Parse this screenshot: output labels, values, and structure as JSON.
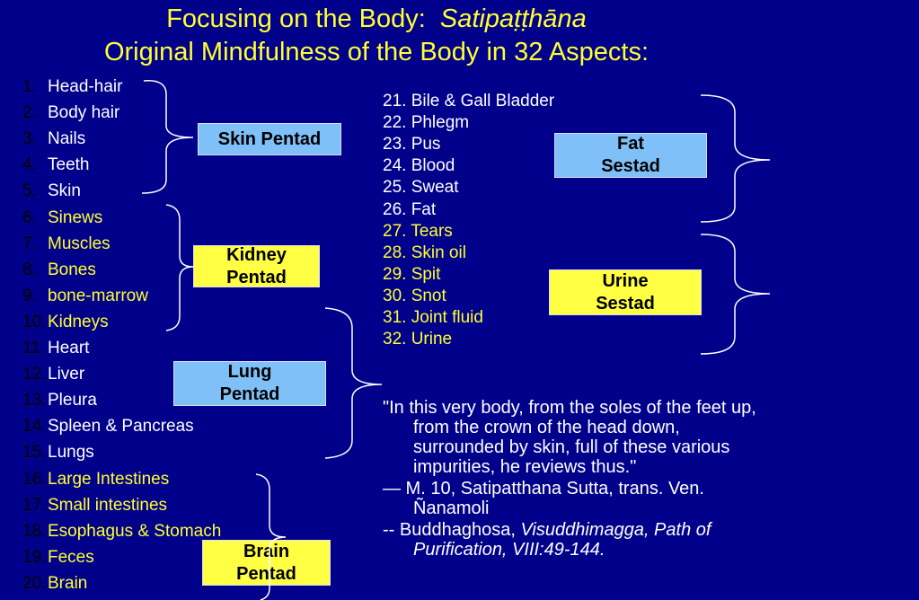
{
  "title": {
    "line1_prefix": "Focusing on the Body:  ",
    "line1_italic": "Satipaṭṭhāna",
    "line2": "Original Mindfulness of the Body in 32 Aspects:"
  },
  "left_list": [
    {
      "num": "1.",
      "label": "Head-hair",
      "color": "white"
    },
    {
      "num": "2.",
      "label": "Body hair",
      "color": "white"
    },
    {
      "num": "3.",
      "label": "Nails",
      "color": "white"
    },
    {
      "num": "4.",
      "label": "Teeth",
      "color": "white"
    },
    {
      "num": "5.",
      "label": "Skin",
      "color": "white"
    },
    {
      "num": "6.",
      "label": "Sinews",
      "color": "yellow"
    },
    {
      "num": "7.",
      "label": "Muscles",
      "color": "yellow"
    },
    {
      "num": "8.",
      "label": "Bones",
      "color": "yellow"
    },
    {
      "num": "9.",
      "label": "bone-marrow",
      "color": "yellow"
    },
    {
      "num": "10.",
      "label": "Kidneys",
      "color": "yellow"
    },
    {
      "num": "11.",
      "label": "Heart",
      "color": "white"
    },
    {
      "num": "12.",
      "label": "Liver",
      "color": "white"
    },
    {
      "num": "13.",
      "label": "Pleura",
      "color": "white"
    },
    {
      "num": "14.",
      "label": "Spleen & Pancreas",
      "color": "white"
    },
    {
      "num": "15.",
      "label": "Lungs",
      "color": "white"
    },
    {
      "num": "16.",
      "label": "Large Intestines",
      "color": "yellow"
    },
    {
      "num": "17.",
      "label": "Small intestines",
      "color": "yellow"
    },
    {
      "num": "18.",
      "label": "Esophagus & Stomach",
      "color": "yellow"
    },
    {
      "num": "19.",
      "label": "Feces",
      "color": "yellow"
    },
    {
      "num": "20.",
      "label": "Brain",
      "color": "yellow"
    }
  ],
  "right_list": [
    {
      "label": "21. Bile & Gall Bladder",
      "color": "white"
    },
    {
      "label": "22. Phlegm",
      "color": "white"
    },
    {
      "label": "23. Pus",
      "color": "white"
    },
    {
      "label": "24. Blood",
      "color": "white"
    },
    {
      "label": "25. Sweat",
      "color": "white"
    },
    {
      "label": "26. Fat",
      "color": "white"
    },
    {
      "label": "27. Tears",
      "color": "yellow"
    },
    {
      "label": "28. Skin oil",
      "color": "yellow"
    },
    {
      "label": "29. Spit",
      "color": "yellow"
    },
    {
      "label": "30. Snot",
      "color": "yellow"
    },
    {
      "label": "31. Joint fluid",
      "color": "yellow"
    },
    {
      "label": "32. Urine",
      "color": "yellow"
    }
  ],
  "groups": {
    "skin": "Skin Pentad",
    "kidney": [
      "Kidney",
      "Pentad"
    ],
    "lung": [
      "Lung",
      "Pentad"
    ],
    "brain": [
      "Brain",
      "Pentad"
    ],
    "fat": [
      "Fat",
      "Sestad"
    ],
    "urine": [
      "Urine",
      "Sestad"
    ]
  },
  "quote": {
    "text": "\"In this very body, from the soles of the feet up, from the crown of the head down, surrounded by skin, full of these various impurities, he reviews thus.\"",
    "source1": "— M. 10, Satipatthana Sutta, trans. Ven. Ñanamoli",
    "source2_prefix": "-- Buddhaghosa, ",
    "source2_italic": "Visuddhimagga, Path of Purification, VIII:49-144."
  },
  "colors": {
    "background": "#00008b",
    "yellow": "#ffff33",
    "box_blue": "#80c0f8",
    "box_yellow": "#ffff44"
  }
}
